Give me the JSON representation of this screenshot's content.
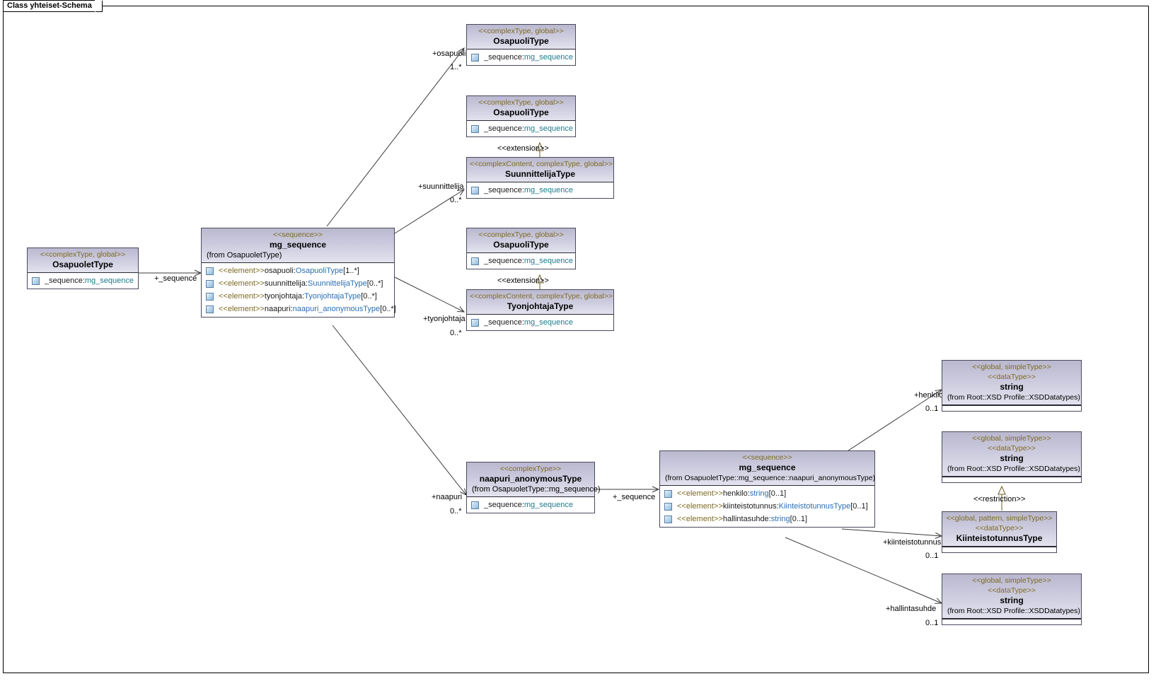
{
  "diagram": {
    "frame_label": "Class yhteiset-Schema"
  },
  "icons": {
    "element_glyph": "element-icon"
  },
  "classes": {
    "osapuolettype": {
      "stereotype": "<<complexType, global>>",
      "name": "OsapuoletType",
      "attributes": [
        {
          "stereotype": "",
          "text": "_sequence:",
          "type": "mg_sequence",
          "mult": ""
        }
      ]
    },
    "mg_sequence_main": {
      "stereotype": "<<sequence>>",
      "name": "mg_sequence",
      "from": "(from OsapuoletType)",
      "attributes": [
        {
          "stereotype": "<<element>>",
          "text": " osapuoli:",
          "type": "OsapuoliType",
          "mult": "[1..*]"
        },
        {
          "stereotype": "<<element>>",
          "text": " suunnittelija:",
          "type": "SuunnittelijaType",
          "mult": "[0..*]"
        },
        {
          "stereotype": "<<element>>",
          "text": " tyonjohtaja:",
          "type": "TyonjohtajaType",
          "mult": " [0..*]"
        },
        {
          "stereotype": "<<element>>",
          "text": " naapuri:",
          "type": "naapuri_anonymousType",
          "mult": "[0..*]"
        }
      ]
    },
    "osapuoli_1": {
      "stereotype": "<<complexType, global>>",
      "name": "OsapuoliType",
      "attributes": [
        {
          "stereotype": "",
          "text": "_sequence:",
          "type": "mg_sequence",
          "mult": ""
        }
      ]
    },
    "osapuoli_2": {
      "stereotype": "<<complexType, global>>",
      "name": "OsapuoliType",
      "attributes": [
        {
          "stereotype": "",
          "text": "_sequence:",
          "type": "mg_sequence",
          "mult": ""
        }
      ]
    },
    "osapuoli_3": {
      "stereotype": "<<complexType, global>>",
      "name": "OsapuoliType",
      "attributes": [
        {
          "stereotype": "",
          "text": "_sequence:",
          "type": "mg_sequence",
          "mult": ""
        }
      ]
    },
    "suunnittelijatype": {
      "stereotype": "<<complexContent, complexType, global>>",
      "name": "SuunnittelijaType",
      "attributes": [
        {
          "stereotype": "",
          "text": "_sequence:",
          "type": "mg_sequence",
          "mult": ""
        }
      ]
    },
    "tyonjohtajatype": {
      "stereotype": "<<complexContent, complexType, global>>",
      "name": "TyonjohtajaType",
      "attributes": [
        {
          "stereotype": "",
          "text": "_sequence:",
          "type": "mg_sequence",
          "mult": ""
        }
      ]
    },
    "naapuri_anonymoustype": {
      "stereotype": "<<complexType>>",
      "name": "naapuri_anonymousType",
      "from": "(from OsapuoletType::mg_sequence)",
      "attributes": [
        {
          "stereotype": "",
          "text": "_sequence:",
          "type": "mg_sequence",
          "mult": ""
        }
      ]
    },
    "mg_sequence_naapuri": {
      "stereotype": "<<sequence>>",
      "name": "mg_sequence",
      "from": "(from OsapuoletType::mg_sequence::naapuri_anonymousType)",
      "attributes": [
        {
          "stereotype": "<<element>>",
          "text": " henkilo:",
          "type": "string",
          "mult": "[0..1]"
        },
        {
          "stereotype": "<<element>>",
          "text": " kiinteistotunnus:",
          "type": "KiinteistotunnusType",
          "mult": "[0..1]"
        },
        {
          "stereotype": "<<element>>",
          "text": " hallintasuhde:",
          "type": "string",
          "mult": "[0..1]"
        }
      ]
    },
    "string_1": {
      "stereotype": "<<global, simpleType>>",
      "stereotype2": "<<dataType>>",
      "name": "string",
      "from": "(from Root::XSD Profile::XSDDatatypes)"
    },
    "string_2": {
      "stereotype": "<<global, simpleType>>",
      "stereotype2": "<<dataType>>",
      "name": "string",
      "from": "(from Root::XSD Profile::XSDDatatypes)"
    },
    "kiinteistotunnustype": {
      "stereotype": "<<global, pattern, simpleType>>",
      "stereotype2": "<<dataType>>",
      "name": "KiinteistotunnusType"
    },
    "string_3": {
      "stereotype": "<<global, simpleType>>",
      "stereotype2": "<<dataType>>",
      "name": "string",
      "from": "(from Root::XSD Profile::XSDDatatypes)"
    }
  },
  "connectors": {
    "seq_left": {
      "role": "+_sequence"
    },
    "osapuoli": {
      "role": "+osapuoli",
      "mult": "1..*"
    },
    "suunnittelija": {
      "role": "+suunnittelija",
      "mult": "0..*"
    },
    "tyonjohtaja": {
      "role": "+tyonjohtaja",
      "mult": "0..*"
    },
    "naapuri": {
      "role": "+naapuri",
      "mult": "0..*"
    },
    "seq_naapuri": {
      "role": "+_sequence"
    },
    "henkilo": {
      "role": "+henkilo",
      "mult": "0..1"
    },
    "kiinteistotunnus": {
      "role": "+kiinteistotunnus",
      "mult": "0..1"
    },
    "hallintasuhde": {
      "role": "+hallintasuhde",
      "mult": "0..1"
    },
    "extension_1": {
      "label": "<<extension>>"
    },
    "extension_2": {
      "label": "<<extension>>"
    },
    "restriction_1": {
      "label": "<<restriction>>"
    }
  },
  "colors": {
    "stereotype_text": "#7d6a22",
    "type_link": "#1f7a8c",
    "header_gradient_top": "#b9b8ce",
    "border": "#4a4a5e"
  }
}
